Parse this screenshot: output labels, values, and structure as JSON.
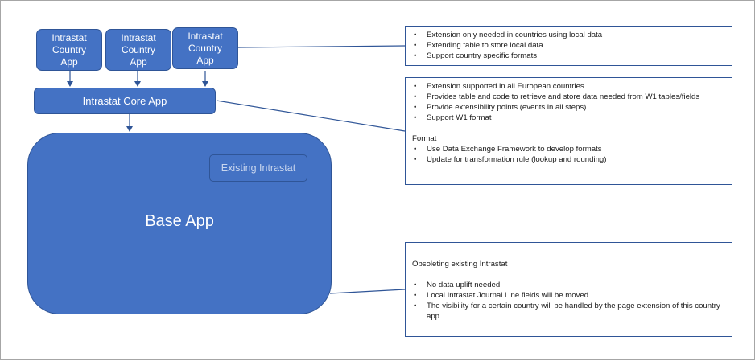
{
  "diagram": {
    "country_apps": [
      {
        "label": "Intrastat\nCountry\nApp"
      },
      {
        "label": "Intrastat\nCountry\nApp"
      },
      {
        "label": "Intrastat\nCountry\nApp"
      }
    ],
    "core_app": {
      "label": "Intrastat Core App"
    },
    "base_app": {
      "label": "Base App"
    },
    "existing_intrastat": {
      "label": "Existing Intrastat"
    }
  },
  "notes": {
    "country": {
      "bullets": [
        "Extension only needed in countries using local data",
        "Extending table to store local data",
        "Support country specific formats"
      ]
    },
    "core": {
      "bullets": [
        "Extension supported in all European countries",
        "Provides table and code to retrieve and store data needed from W1 tables/fields",
        "Provide extensibility points (events in all steps)",
        "Support W1 format"
      ],
      "format_heading": "Format",
      "format_bullets": [
        "Use Data Exchange Framework to develop formats",
        "Update for transformation rule (lookup and rounding)"
      ]
    },
    "base": {
      "heading": "Obsoleting existing Intrastat",
      "bullets": [
        "No data uplift needed",
        "Local Intrastat Journal Line fields will be moved",
        "The visibility for a certain country will be handled by the page extension of this country app."
      ]
    }
  },
  "colors": {
    "box_fill": "#4472c4",
    "box_border": "#2f5597",
    "connector": "#2f5597",
    "note_border": "#2f5597"
  }
}
